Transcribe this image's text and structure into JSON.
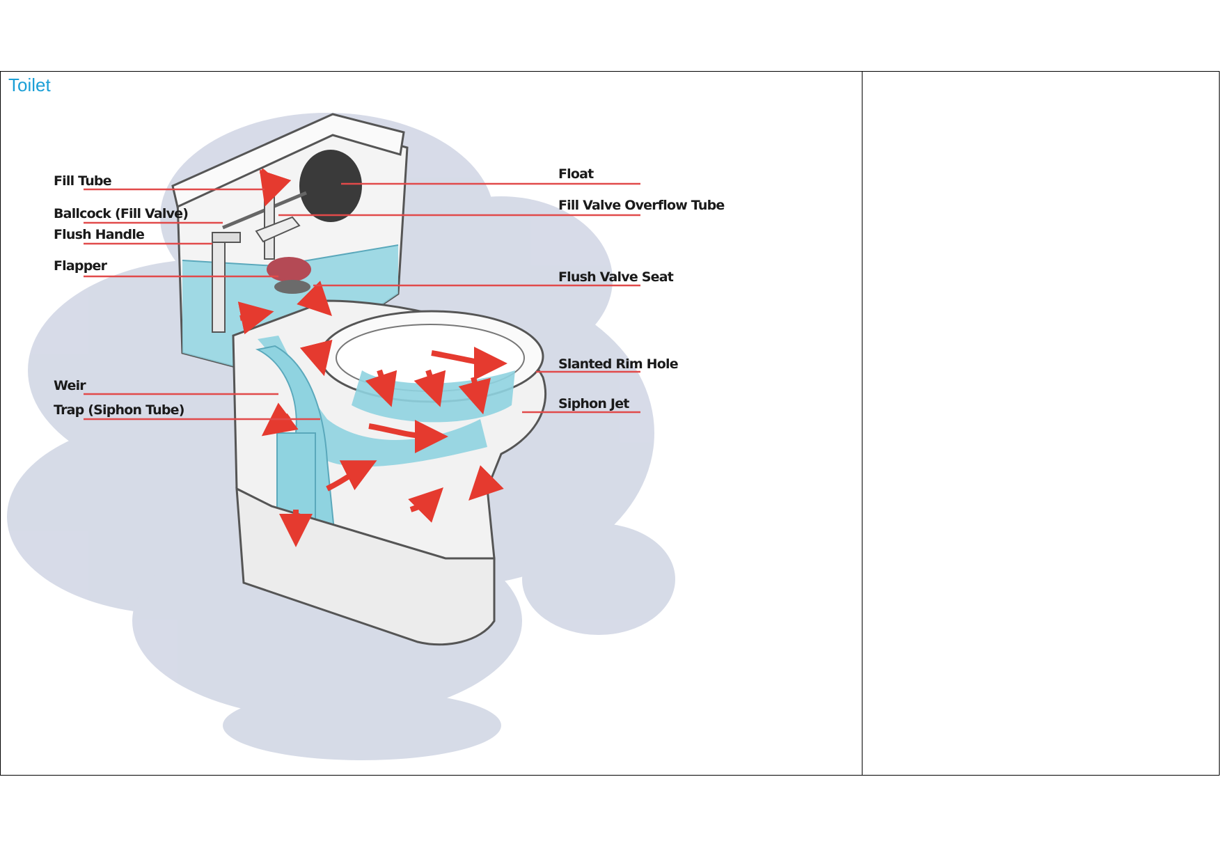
{
  "cell": {
    "title": "Toilet"
  },
  "colors": {
    "title": "#1b9fd6",
    "leader": "#e14a4a",
    "water": "#8fd3e0",
    "shadow": "#c9cfe0",
    "arrow": "#e53a2f"
  },
  "labels": {
    "fill_tube": "Fill Tube",
    "ballcock": "Ballcock (Fill Valve)",
    "flush_handle": "Flush Handle",
    "flapper": "Flapper",
    "weir": "Weir",
    "trap": "Trap (Siphon Tube)",
    "float": "Float",
    "overflow_tube": "Fill Valve Overflow Tube",
    "flush_valve_seat": "Flush Valve Seat",
    "slanted_rim_hole": "Slanted Rim Hole",
    "siphon_jet": "Siphon Jet"
  }
}
